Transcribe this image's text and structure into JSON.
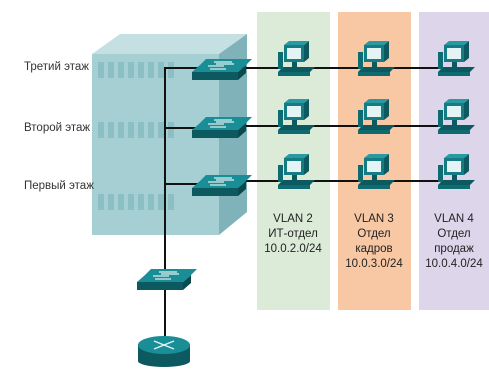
{
  "floors": [
    {
      "label": "Третий этаж"
    },
    {
      "label": "Второй этаж"
    },
    {
      "label": "Первый этаж"
    }
  ],
  "vlans": [
    {
      "name": "VLAN 2",
      "desc_line1": "ИТ-отдел",
      "desc_line2": "",
      "subnet": "10.0.2.0/24",
      "color": "#dcebd8"
    },
    {
      "name": "VLAN 3",
      "desc_line1": "Отдел",
      "desc_line2": "кадров",
      "subnet": "10.0.3.0/24",
      "color": "#f8c8a4"
    },
    {
      "name": "VLAN 4",
      "desc_line1": "Отдел",
      "desc_line2": "продаж",
      "subnet": "10.0.4.0/24",
      "color": "#ddd5ea"
    }
  ],
  "icons": {
    "building": "building-icon",
    "switch": "switch-icon",
    "router": "router-icon",
    "pc": "pc-icon"
  },
  "colors": {
    "building": "#a5cfd3",
    "building_side": "#7fb3b9",
    "device_teal": "#157c83",
    "device_dark": "#0c5a60",
    "link": "#111111"
  }
}
